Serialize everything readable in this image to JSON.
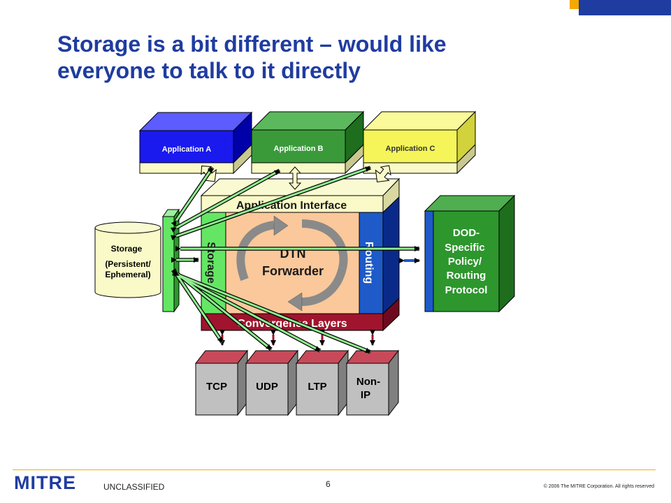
{
  "slide": {
    "title_line1": "Storage is a bit different – would like",
    "title_line2": "everyone to talk to it directly"
  },
  "colors": {
    "title_blue": "#1f3ca0",
    "accent_orange": "#f5a800",
    "app_a_blue": "#1a1aee",
    "app_b_green": "#3a9a3a",
    "app_c_yellow": "#f5f55a",
    "interface_cream": "#fafac8",
    "forwarder_peach": "#fac89a",
    "storage_green": "#64e664",
    "routing_blue": "#1e5ac8",
    "convergence_red": "#a0142d",
    "dod_green": "#2d962d",
    "tcp_gray": "#c0c0c0",
    "arrow_green": "#90ee90"
  },
  "diagram": {
    "applications": [
      {
        "label": "Application A"
      },
      {
        "label": "Application B"
      },
      {
        "label": "Application C"
      }
    ],
    "application_interface": "Application Interface",
    "storage_side_label": "Storage",
    "forwarder_line1": "DTN",
    "forwarder_line2": "Forwarder",
    "routing_label": "Routing",
    "convergence_layers": "Convergence Layers",
    "storage_cylinder": {
      "line1": "Storage",
      "line2": "(Persistent/",
      "line3": "Ephemeral)"
    },
    "dod_box": {
      "line1": "DOD-",
      "line2": "Specific",
      "line3": "Policy/",
      "line4": "Routing",
      "line5": "Protocol"
    },
    "transports": [
      {
        "line1": "TCP",
        "line2": ""
      },
      {
        "line1": "UDP",
        "line2": ""
      },
      {
        "line1": "LTP",
        "line2": ""
      },
      {
        "line1": "Non-",
        "line2": "IP"
      }
    ]
  },
  "footer": {
    "logo": "MITRE",
    "classification": "UNCLASSIFIED",
    "page_number": "6",
    "copyright": "© 2006 The MITRE Corporation. All rights reserved"
  }
}
